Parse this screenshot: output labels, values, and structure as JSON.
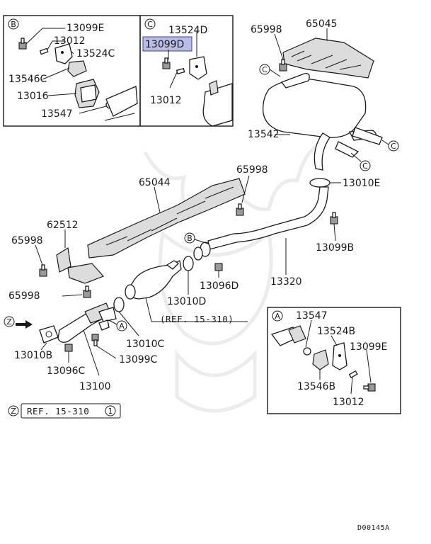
{
  "callouts": {
    "box_b": {
      "tag": "B",
      "p13099E": "13099E",
      "p13012": "13012",
      "p13524C": "13524C",
      "p13546C": "13546C",
      "p13016": "13016",
      "p13547": "13547"
    },
    "box_c": {
      "tag": "C",
      "p13524D": "13524D",
      "p13099D": "13099D",
      "p13012": "13012"
    },
    "box_a": {
      "tag": "A",
      "p13547": "13547",
      "p13524B": "13524B",
      "p13099E": "13099E",
      "p13546B": "13546B",
      "p13012": "13012"
    }
  },
  "main": {
    "p65998_top": "65998",
    "p65045": "65045",
    "p13542": "13542",
    "p13010E": "13010E",
    "p65998_mid": "65998",
    "p65044": "65044",
    "p62512": "62512",
    "p65998_left1": "65998",
    "p65998_left2": "65998",
    "p13099B": "13099B",
    "p13320": "13320",
    "p13010D": "13010D",
    "p13096D": "13096D",
    "p13010C": "13010C",
    "p13099C": "13099C",
    "p13010B": "13010B",
    "p13096C": "13096C",
    "p13100": "13100",
    "ref_15_310": "(REF. 15-310)",
    "ref_z_text": "REF. 15-310",
    "ref_z_num": "1"
  },
  "markers": {
    "c": "C",
    "b": "B",
    "a": "A",
    "z": "Z"
  },
  "highlight_part": "13099D",
  "diagram_code": "D00145A"
}
